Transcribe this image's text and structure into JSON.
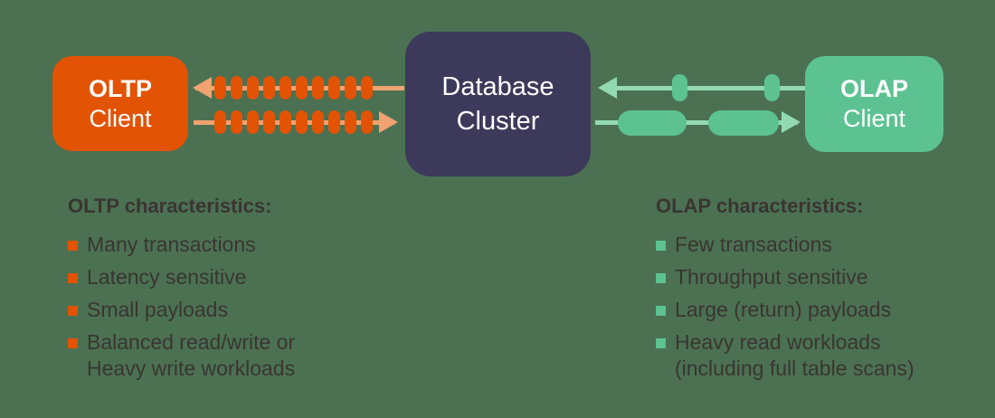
{
  "colors": {
    "background": "#4B7152",
    "oltp_orange": "#E25304",
    "oltp_line_light": "#F0A271",
    "db_navy": "#3C395B",
    "olap_green": "#5CC292",
    "olap_line_light": "#93D9B1",
    "text_dark": "#3A3531",
    "text_light": "#FFFFFF"
  },
  "diagram": {
    "oltp_client": {
      "line1": "OLTP",
      "line2": "Client"
    },
    "database_cluster": {
      "line1": "Database",
      "line2": "Cluster"
    },
    "olap_client": {
      "line1": "OLAP",
      "line2": "Client"
    }
  },
  "flows": {
    "oltp_response_beads": 10,
    "oltp_request_beads": 10,
    "olap_request_pills": 2,
    "olap_response_pills": 2
  },
  "oltp_section": {
    "heading": "OLTP characteristics:",
    "items": [
      "Many transactions",
      "Latency sensitive",
      "Small payloads",
      "Balanced read/write or\nHeavy write workloads"
    ]
  },
  "olap_section": {
    "heading": "OLAP characteristics:",
    "items": [
      "Few transactions",
      "Throughput sensitive",
      "Large (return) payloads",
      "Heavy read workloads\n(including full table scans)"
    ]
  }
}
